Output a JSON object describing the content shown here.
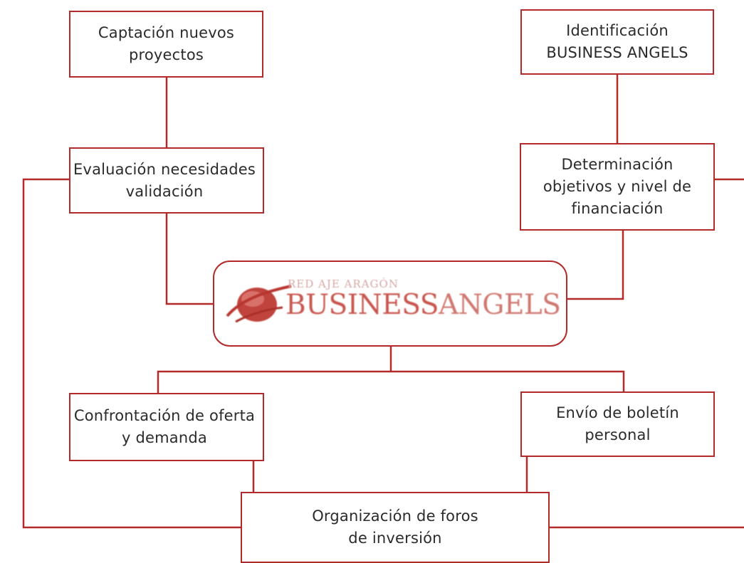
{
  "boxes": {
    "captacion": "Captación nuevos\nproyectos",
    "identificacion": "Identificación\nBUSINESS ANGELS",
    "evaluacion": "Evaluación necesidades\nvalidación",
    "determinacion": "Determinación\nobjetivos y nivel de\nfinanciación",
    "confrontacion": "Confrontación de oferta\ny demanda",
    "envio": "Envío de boletín\npersonal",
    "organizacion": "Organización de foros\nde inversión"
  },
  "logo": {
    "line1": "RED AJE ARAGÓN",
    "word1": "BUSINESS",
    "word2": "ANGELS"
  },
  "colors": {
    "line": "#b22a2a",
    "text": "#2b2b2b"
  }
}
